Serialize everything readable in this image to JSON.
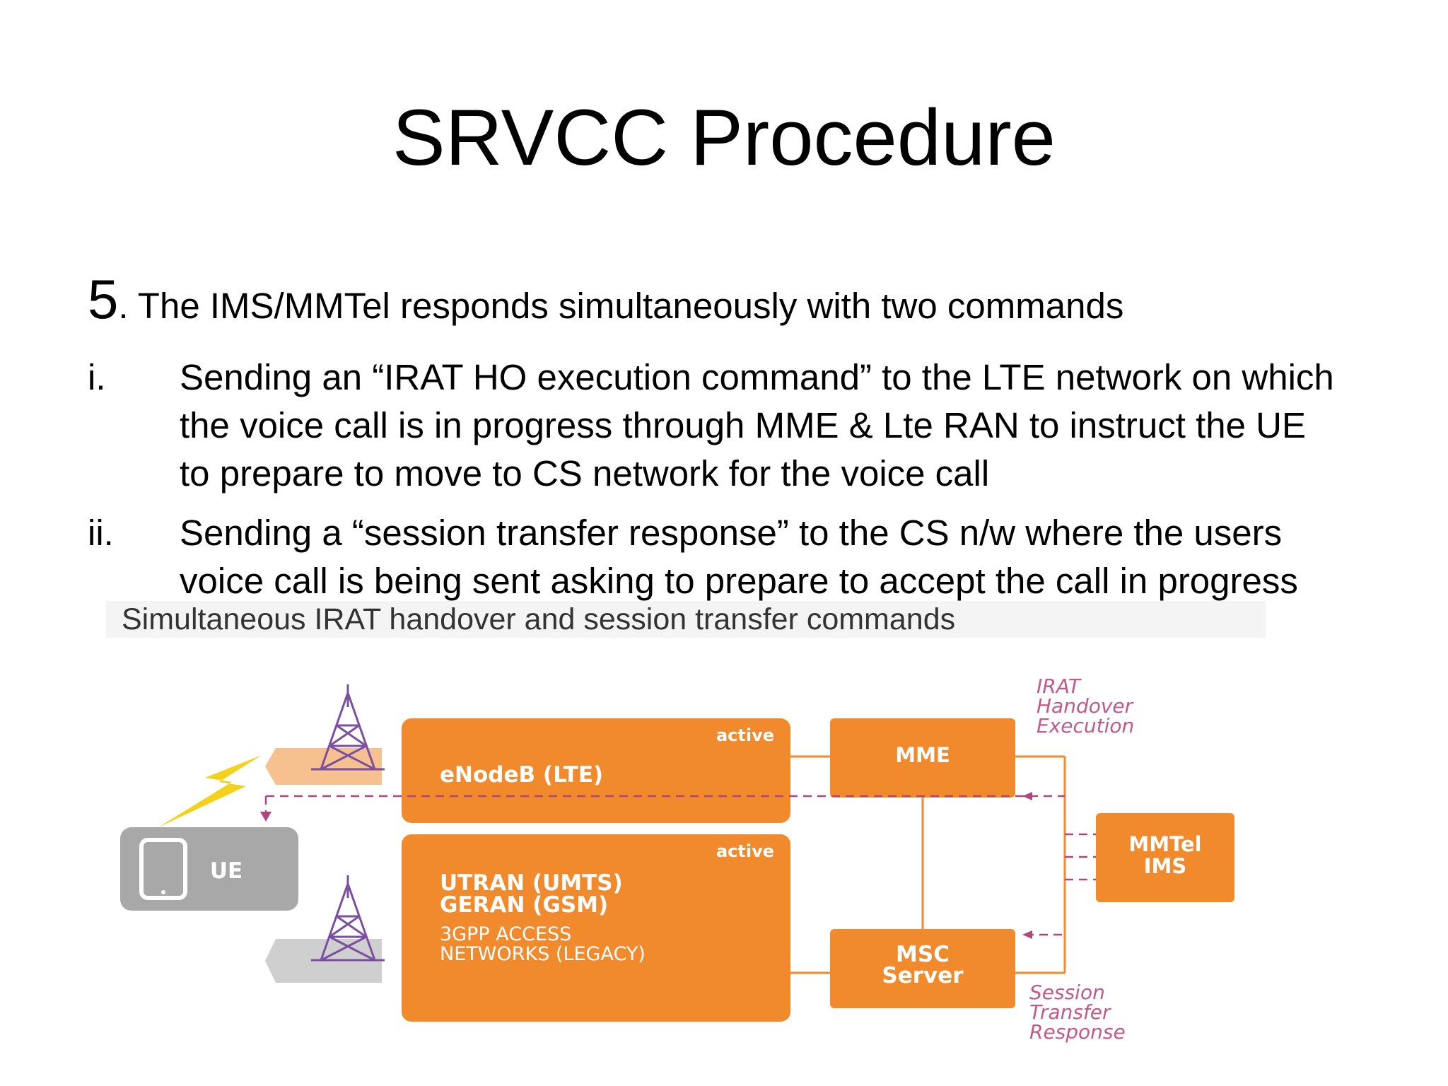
{
  "slide": {
    "title": "SRVCC Procedure",
    "step": {
      "number": "5",
      "text": ". The IMS/MMTel responds simultaneously with two commands"
    },
    "items": [
      {
        "marker": "i.",
        "lines": [
          "Sending an “IRAT HO execution command” to the LTE network on which",
          "the voice call is in progress through MME & Lte RAN to instruct the UE",
          "to prepare to move to CS network for the voice call"
        ]
      },
      {
        "marker": "ii.",
        "lines": [
          "Sending a “session transfer response” to the CS n/w where the users",
          "voice call is being sent asking to prepare to accept the call in progress"
        ]
      }
    ]
  },
  "figure": {
    "caption": "Simultaneous IRAT handover and session transfer commands",
    "nodes": {
      "ue": "UE",
      "enodeb": {
        "label": "eNodeB (LTE)",
        "status": "active"
      },
      "utran": {
        "status": "active",
        "lines": [
          "UTRAN (UMTS)",
          "GERAN (GSM)"
        ],
        "sub_lines": [
          "3GPP ACCESS",
          "NETWORKS (LEGACY)"
        ]
      },
      "mme": "MME",
      "msc": [
        "MSC",
        "Server"
      ],
      "mmtel": [
        "MMTel",
        "IMS"
      ]
    },
    "annotations": {
      "irat": [
        "IRAT",
        "Handover",
        "Execution"
      ],
      "session": [
        "Session",
        "Transfer",
        "Response"
      ]
    },
    "colors": {
      "orange": "#f08a2c",
      "light_orange": "#f7c08f",
      "gray": "#a8a8a8",
      "light_gray": "#cfcfcf",
      "purple": "#7b4fa0",
      "magenta": "#b0467a",
      "annotation_pink": "#c05a8c",
      "lightning": "#f2d21b"
    }
  }
}
